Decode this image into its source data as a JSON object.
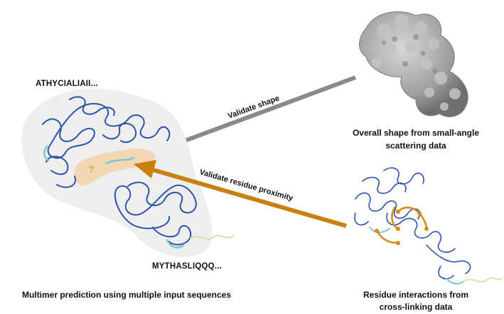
{
  "labels": {
    "sequence_a": "ATHYCIALIAII...",
    "sequence_b": "MYTHASLIQQQ...",
    "question_mark": "?",
    "validate_shape": "Validate shape",
    "validate_proximity": "Validate residue proximity",
    "saxs_caption_line1": "Overall shape from small-angle",
    "saxs_caption_line2": "scattering data",
    "multimer_caption": "Multimer prediction using multiple input sequences",
    "crosslink_caption_line1": "Residue interactions from",
    "crosslink_caption_line2": "cross-linking data"
  },
  "colors": {
    "protein_backbone": "#2a55a8",
    "protein_highlight": "#7fc4cf",
    "protein_tail": "#e8d9a8",
    "interface_patch": "#f1d7b4",
    "envelope": "#eeeeee",
    "shape_arrow": "#8a8a8a",
    "proximity_arrow": "#c8800f",
    "crosslink": "#d68a14",
    "saxs_surface": "#9c9c9c"
  },
  "icons": {
    "saxs_model": "protein-surface",
    "multimer_model": "protein-ribbon",
    "crosslink_model": "protein-ribbon-crosslinks"
  }
}
